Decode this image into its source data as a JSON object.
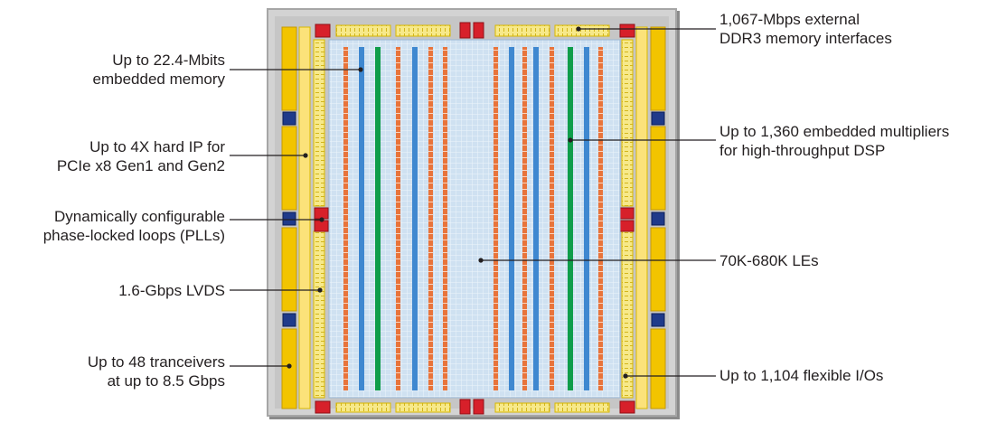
{
  "callouts_left": [
    {
      "id": "embedded-memory",
      "lines": [
        "Up to 22.4-Mbits",
        "embedded memory"
      ]
    },
    {
      "id": "hard-ip-pcie",
      "lines": [
        "Up to 4X hard IP for",
        "PCIe x8 Gen1 and Gen2"
      ]
    },
    {
      "id": "plls",
      "lines": [
        "Dynamically configurable",
        "phase-locked loops (PLLs)"
      ]
    },
    {
      "id": "lvds",
      "lines": [
        "1.6-Gbps LVDS"
      ]
    },
    {
      "id": "transceivers",
      "lines": [
        "Up to 48 tranceivers",
        "at up to 8.5 Gbps"
      ]
    }
  ],
  "callouts_right": [
    {
      "id": "ddr3",
      "lines": [
        "1,067-Mbps external",
        "DDR3 memory interfaces"
      ]
    },
    {
      "id": "multipliers",
      "lines": [
        "Up to 1,360 embedded multipliers",
        "for high-throughput DSP"
      ]
    },
    {
      "id": "les",
      "lines": [
        "70K-680K LEs"
      ]
    },
    {
      "id": "io",
      "lines": [
        "Up to 1,104 flexible I/Os"
      ]
    }
  ],
  "colors": {
    "package_gray": "#c9c9c9",
    "transceiver_yellow": "#f2c400",
    "io_yellow": "#f7e98a",
    "pll_red": "#d7202a",
    "hardip_navy": "#1f3a8a",
    "logic_grid": "#c8dcee",
    "memory_blue": "#3f88d0",
    "dsp_green": "#0f9d4a",
    "le_orange": "#e8743b",
    "text": "#231f20"
  }
}
